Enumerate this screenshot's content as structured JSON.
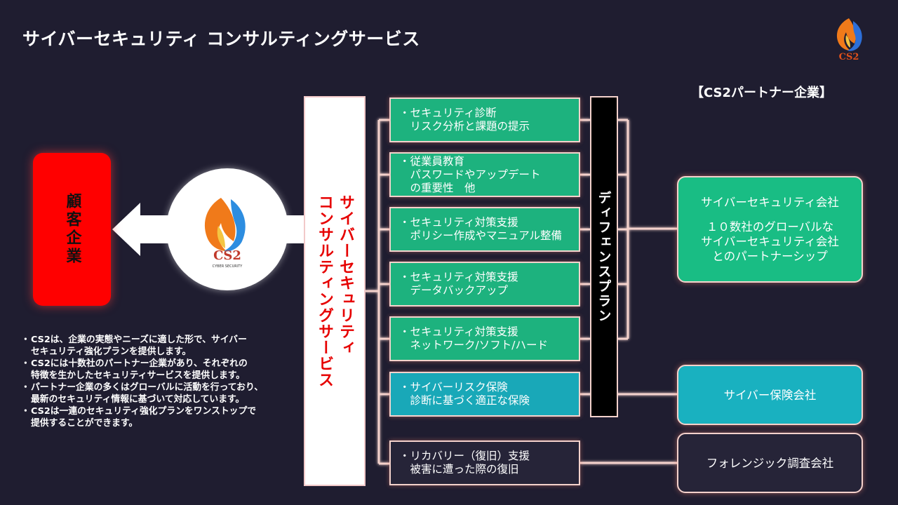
{
  "title": "サイバーセキュリティ コンサルティングサービス",
  "logo_text": "CS2",
  "logo_subtext": "CYBER SECURITY",
  "partner_header": "【CS2パートナー企業】",
  "customer": "顧客企業",
  "center_service": [
    "サイバーセキュリティ",
    "コンサルティングサービス"
  ],
  "defense_plan": "ディフェンスプラン",
  "services": [
    {
      "lines": [
        "・セキュリティ診断",
        "　リスク分析と課題の提示"
      ]
    },
    {
      "lines": [
        "・従業員教育",
        "　パスワードやアップデート",
        "　の重要性　他"
      ]
    },
    {
      "lines": [
        "・セキュリティ対策支援",
        "　ポリシー作成やマニュアル整備"
      ]
    },
    {
      "lines": [
        "・セキュリティ対策支援",
        "　データバックアップ"
      ]
    },
    {
      "lines": [
        "・セキュリティ対策支援",
        "　ネットワーク/ソフト/ハード"
      ]
    },
    {
      "lines": [
        "・サイバーリスク保険",
        "　診断に基づく適正な保険"
      ]
    },
    {
      "lines": [
        "・リカバリー（復旧）支援",
        "　被害に遭った際の復旧"
      ]
    }
  ],
  "partners": [
    {
      "lines": [
        "サイバーセキュリティ会社",
        "",
        "１０数社のグローバルな",
        "サイバーセキュリティ会社",
        "とのパートナーシップ"
      ]
    },
    {
      "lines": [
        "サイバー保険会社"
      ]
    },
    {
      "lines": [
        "フォレンジック調査会社"
      ]
    }
  ],
  "notes": [
    {
      "lines": [
        "CS2は、企業の実態やニーズに適した形で、サイバー",
        "セキュリティ強化プランを提供します。"
      ]
    },
    {
      "lines": [
        "CS2には十数社のパートナー企業があり、それぞれの",
        "特徴を生かしたセキュリティサービスを提供します。"
      ]
    },
    {
      "lines": [
        "パートナー企業の多くはグローバルに活動を行っており、",
        "最新のセキュリティ情報に基づいて対応しています。"
      ]
    },
    {
      "lines": [
        "CS2は一連のセキュリティ強化プランをワンストップで",
        "提供することができます。"
      ]
    }
  ],
  "colors": {
    "background": "#1f1d30",
    "customer": "#ff0000",
    "service_green": "#1db27e",
    "service_teal": "#19a8b8",
    "connector": "#f4d2cc"
  }
}
